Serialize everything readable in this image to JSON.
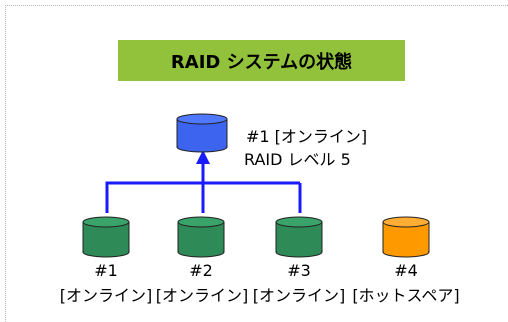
{
  "title": "RAID システムの状態",
  "array": {
    "name": "#1 [オンライン]",
    "level": "RAID レベル 5",
    "color": "#3d64ee"
  },
  "disks": [
    {
      "id": "#1",
      "status": "[オンライン]",
      "color": "#2e8b57"
    },
    {
      "id": "#2",
      "status": "[オンライン]",
      "color": "#2e8b57"
    },
    {
      "id": "#3",
      "status": "[オンライン]",
      "color": "#2e8b57"
    },
    {
      "id": "#4",
      "status": "[ホットスペア]",
      "color": "#ff9900"
    }
  ],
  "colors": {
    "title_bg": "#92c13b",
    "connector": "#1a1aff",
    "frame": "#b4b4b4"
  }
}
